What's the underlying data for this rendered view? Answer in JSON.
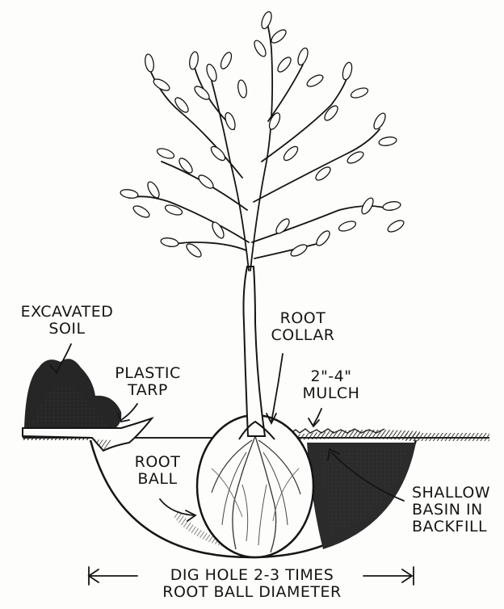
{
  "colors": {
    "ink": "#151515",
    "soil": "#2a2a2a",
    "paper": "#fdfdfb"
  },
  "labels": {
    "excavated_soil": [
      "EXCAVATED",
      "SOIL"
    ],
    "plastic_tarp": [
      "PLASTIC",
      "TARP"
    ],
    "root_collar": [
      "ROOT",
      "COLLAR"
    ],
    "mulch": [
      "2\"-4\"",
      "MULCH"
    ],
    "root_ball": [
      "ROOT",
      "BALL"
    ],
    "shallow_basin": [
      "SHALLOW",
      "BASIN IN",
      "BACKFILL"
    ],
    "dig_hole": [
      "DIG HOLE 2-3 TIMES",
      "ROOT BALL DIAMETER"
    ]
  }
}
